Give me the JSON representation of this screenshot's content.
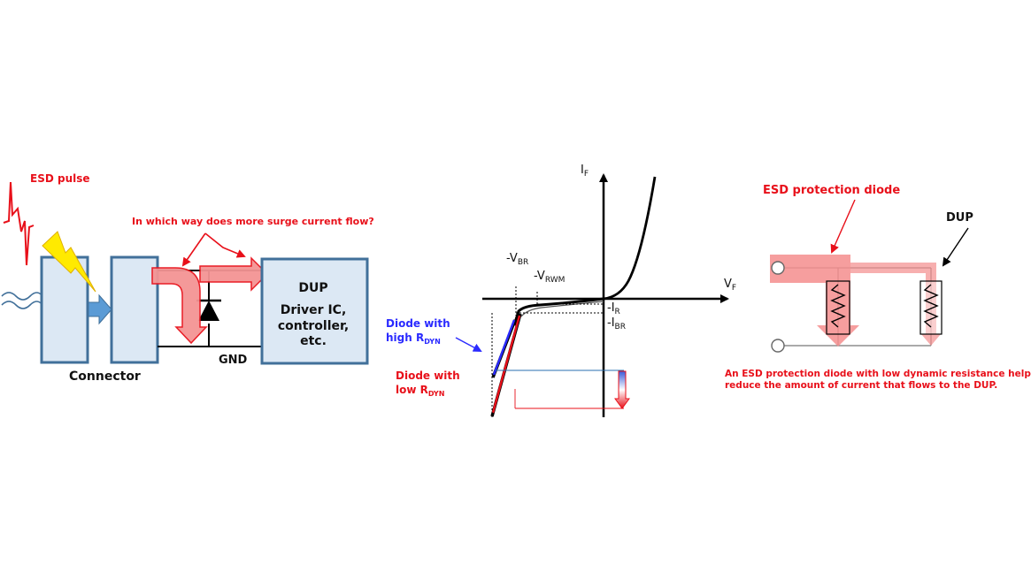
{
  "left": {
    "esd_pulse": "ESD pulse",
    "question": "In which way does more surge current flow?",
    "dup_title": "DUP",
    "dup_body": [
      "Driver IC,",
      "controller,",
      "etc."
    ],
    "gnd": "GND",
    "connector": "Connector"
  },
  "middle": {
    "if_axis": {
      "base": "I",
      "sub": "F"
    },
    "vf_axis": {
      "base": "V",
      "sub": "F"
    },
    "vbr": {
      "base": "-V",
      "sub": "BR"
    },
    "vrwm": {
      "base": "-V",
      "sub": "RWM"
    },
    "ir": {
      "base": "-I",
      "sub": "R"
    },
    "ibr": {
      "base": "-I",
      "sub": "BR"
    },
    "high_label": {
      "line1": "Diode with",
      "line2_base": "high R",
      "line2_sub": "DYN"
    },
    "low_label": {
      "line1": "Diode with",
      "line2_base": "low R",
      "line2_sub": "DYN"
    }
  },
  "right": {
    "esd_label": "ESD protection diode",
    "dup_label": "DUP",
    "caption": [
      "An ESD protection diode with low dynamic resistance helps",
      "reduce the amount of current that flows to the DUP."
    ]
  },
  "colors": {
    "red": "#e8101a",
    "blue": "#2a2aff",
    "box_fill": "#dce8f4",
    "box_stroke": "#41709a",
    "arrow_fill": "#f49494",
    "lightning": "#ffea00"
  }
}
